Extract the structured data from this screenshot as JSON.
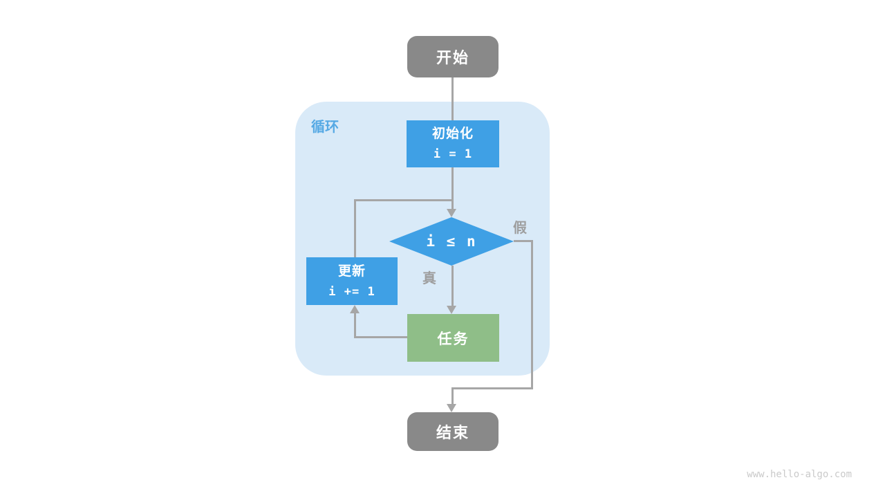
{
  "colors": {
    "process_blue": "#3fa0e5",
    "task_green": "#8fbe88",
    "terminal_gray": "#898989",
    "container_bg": "#d9eaf8",
    "loop_label": "#55a9e4",
    "edge_gray": "#a6a6a6",
    "branch_label_gray": "#9e9e9e",
    "watermark_gray": "#cacaca"
  },
  "nodes": {
    "start": {
      "label": "开始"
    },
    "init": {
      "title": "初始化",
      "code": "i = 1"
    },
    "condition": {
      "code": "i ≤ n"
    },
    "update": {
      "title": "更新",
      "code": "i += 1"
    },
    "task": {
      "label": "任务"
    },
    "end": {
      "label": "结束"
    }
  },
  "labels": {
    "loop": "循环",
    "true_branch": "真",
    "false_branch": "假"
  },
  "edges": [
    {
      "from": "start",
      "to": "init",
      "label": ""
    },
    {
      "from": "init",
      "to": "condition",
      "label": ""
    },
    {
      "from": "condition",
      "to": "task",
      "label": "真"
    },
    {
      "from": "condition",
      "to": "end",
      "label": "假"
    },
    {
      "from": "task",
      "to": "update",
      "label": ""
    },
    {
      "from": "update",
      "to": "condition",
      "label": ""
    }
  ],
  "watermark": "www.hello-algo.com"
}
